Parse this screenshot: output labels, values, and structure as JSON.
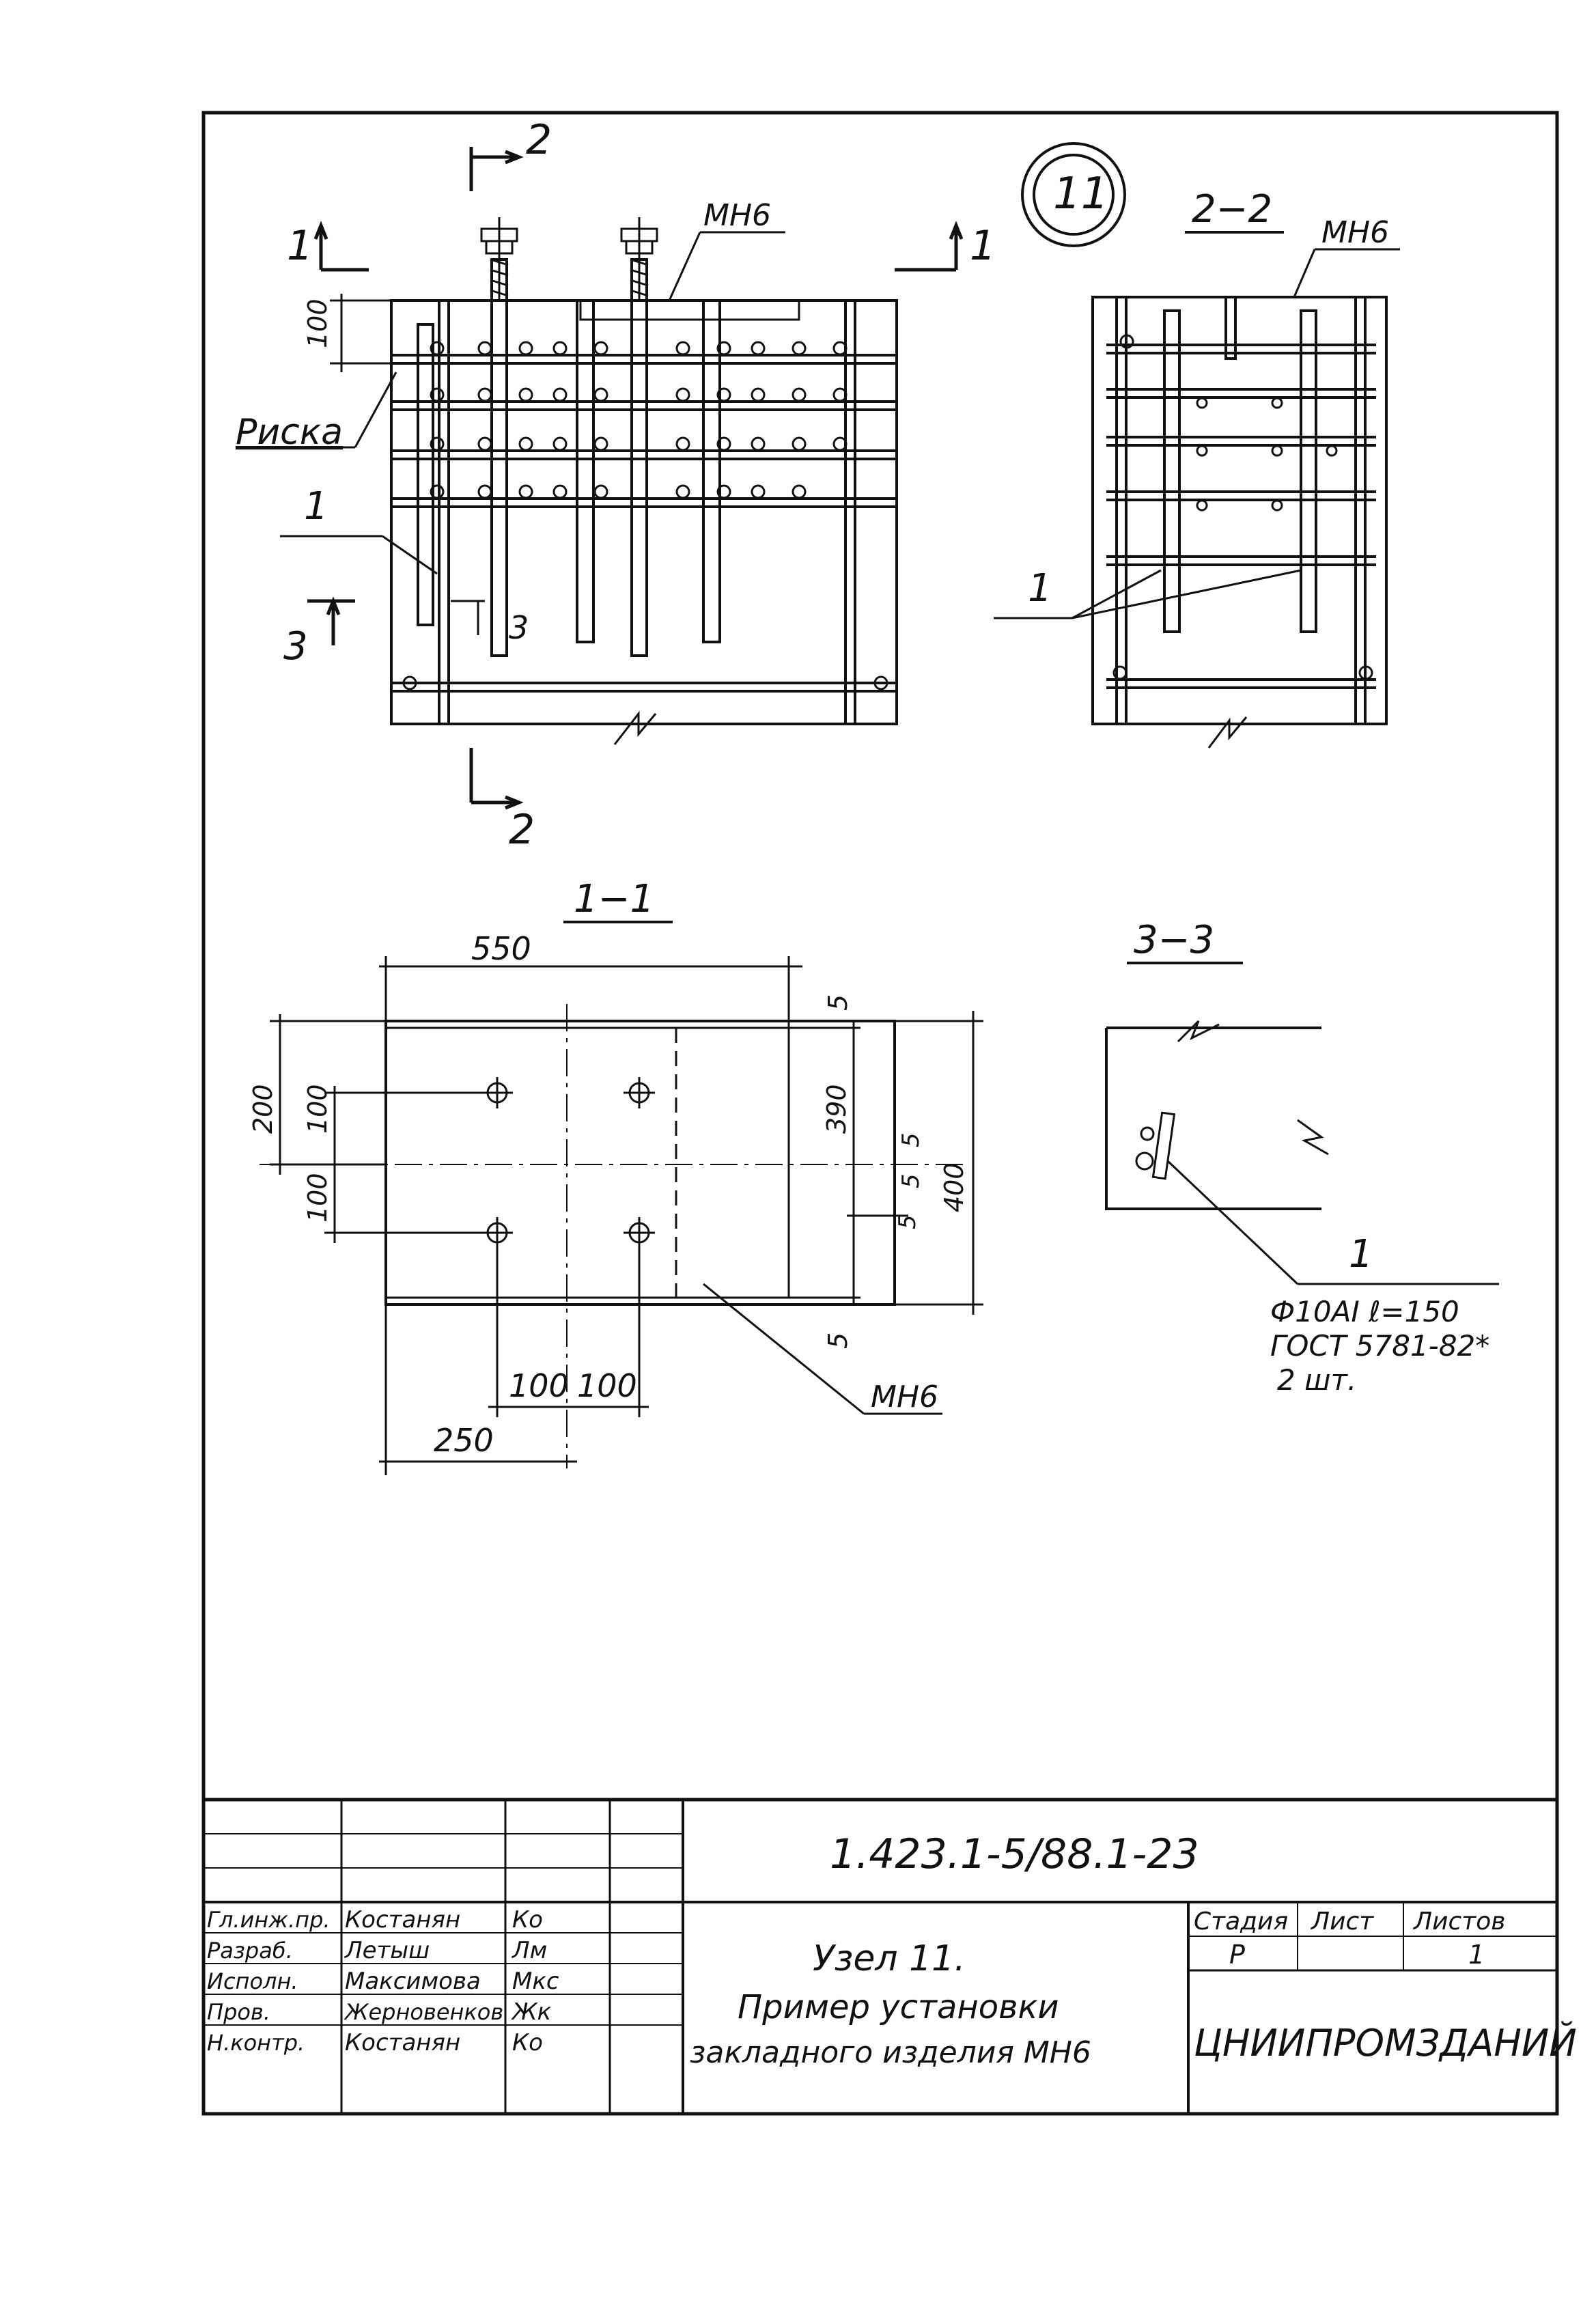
{
  "views": {
    "main": {
      "label_mn6": "МН6",
      "label_riska": "Риска",
      "dim_100": "100",
      "section_2": "2",
      "section_1": "1",
      "section_3": "3",
      "pos_1": "1",
      "node_number": "11"
    },
    "view_2_2": {
      "title": "2−2",
      "label_mn6": "МН6",
      "pos_1": "1"
    },
    "view_1_1": {
      "title": "1−1",
      "dim_550": "550",
      "dim_200": "200",
      "dim_100_a": "100",
      "dim_100_b": "100",
      "dim_390": "390",
      "dim_400": "400",
      "dim_5_top": "5",
      "dim_5_bottom": "5",
      "dim_5_right": "5",
      "dim_5_right_b": "5",
      "dim_5_right_c": "5",
      "dim_100_bottom_a": "100",
      "dim_100_bottom_b": "100",
      "dim_250": "250",
      "label_mn6": "МН6"
    },
    "view_3_3": {
      "title": "3−3",
      "pos_1": "1",
      "note_line1": "Ф10АI ℓ=150",
      "note_line2": "ГОСТ 5781-82*",
      "note_line3": "2 шт."
    }
  },
  "title_block": {
    "doc_code": "1.423.1-5/88.1-23",
    "roles": [
      {
        "role": "Гл.инж.пр.",
        "name": "Костанян",
        "sign": "Ко"
      },
      {
        "role": "Разраб.",
        "name": "Летыш",
        "sign": "Лм"
      },
      {
        "role": "Исполн.",
        "name": "Максимова",
        "sign": "Мкс"
      },
      {
        "role": "Пров.",
        "name": "Жерновенков",
        "sign": "Жк"
      },
      {
        "role": "Н.контр.",
        "name": "Костанян",
        "sign": "Ко"
      }
    ],
    "title_line1": "Узел 11.",
    "title_line2": "Пример установки",
    "title_line3": "закладного изделия МН6",
    "stage_header": "Стадия",
    "sheet_header": "Лист",
    "sheets_header": "Листов",
    "stage_value": "Р",
    "sheet_value": "",
    "sheets_value": "1",
    "organization": "ЦНИИПРОМЗДАНИЙ"
  }
}
